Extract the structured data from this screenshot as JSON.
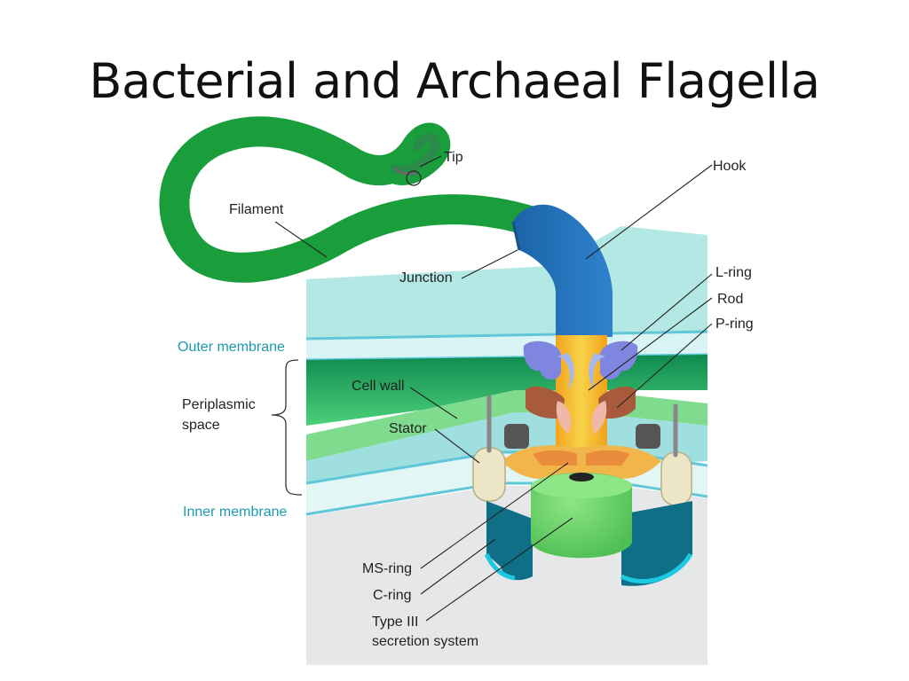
{
  "title": "Bacterial and Archaeal Flagella",
  "labels": {
    "tip": "Tip",
    "hook": "Hook",
    "filament": "Filament",
    "junction": "Junction",
    "l_ring": "L-ring",
    "rod": "Rod",
    "p_ring": "P-ring",
    "outer_membrane": "Outer membrane",
    "periplasmic_1": "Periplasmic",
    "periplasmic_2": "space",
    "cell_wall": "Cell wall",
    "stator": "Stator",
    "inner_membrane": "Inner membrane",
    "ms_ring": "MS-ring",
    "c_ring": "C-ring",
    "type3_1": "Type III",
    "type3_2": "secretion system"
  },
  "colors": {
    "filament": "#1a9e3c",
    "hook": "#2272b8",
    "membrane_label": "#1b9bb0",
    "rod": "#f2b52a",
    "ms_ring": "#6fd06a",
    "c_ring": "#0f6f86"
  }
}
